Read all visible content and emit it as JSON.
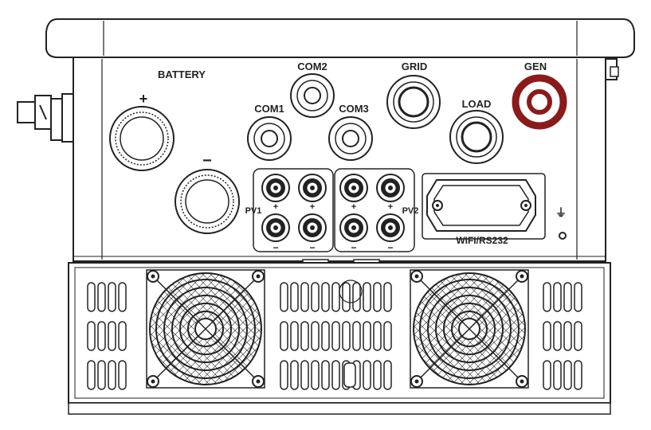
{
  "colors": {
    "line": "#222222",
    "housing": "#ffffff",
    "highlight": "#8b1a1a"
  },
  "labels": {
    "battery": "BATTERY",
    "battery_positive": "+",
    "battery_negative": "−",
    "com1": "COM1",
    "com2": "COM2",
    "com3": "COM3",
    "grid": "GRID",
    "load": "LOAD",
    "gen": "GEN",
    "pv1": "PV1",
    "pv2": "PV2",
    "pv_plus": "+",
    "pv_minus": "−",
    "wifi": "WIFI/RS232",
    "ground": "⏚"
  },
  "highlighted_port": "gen"
}
